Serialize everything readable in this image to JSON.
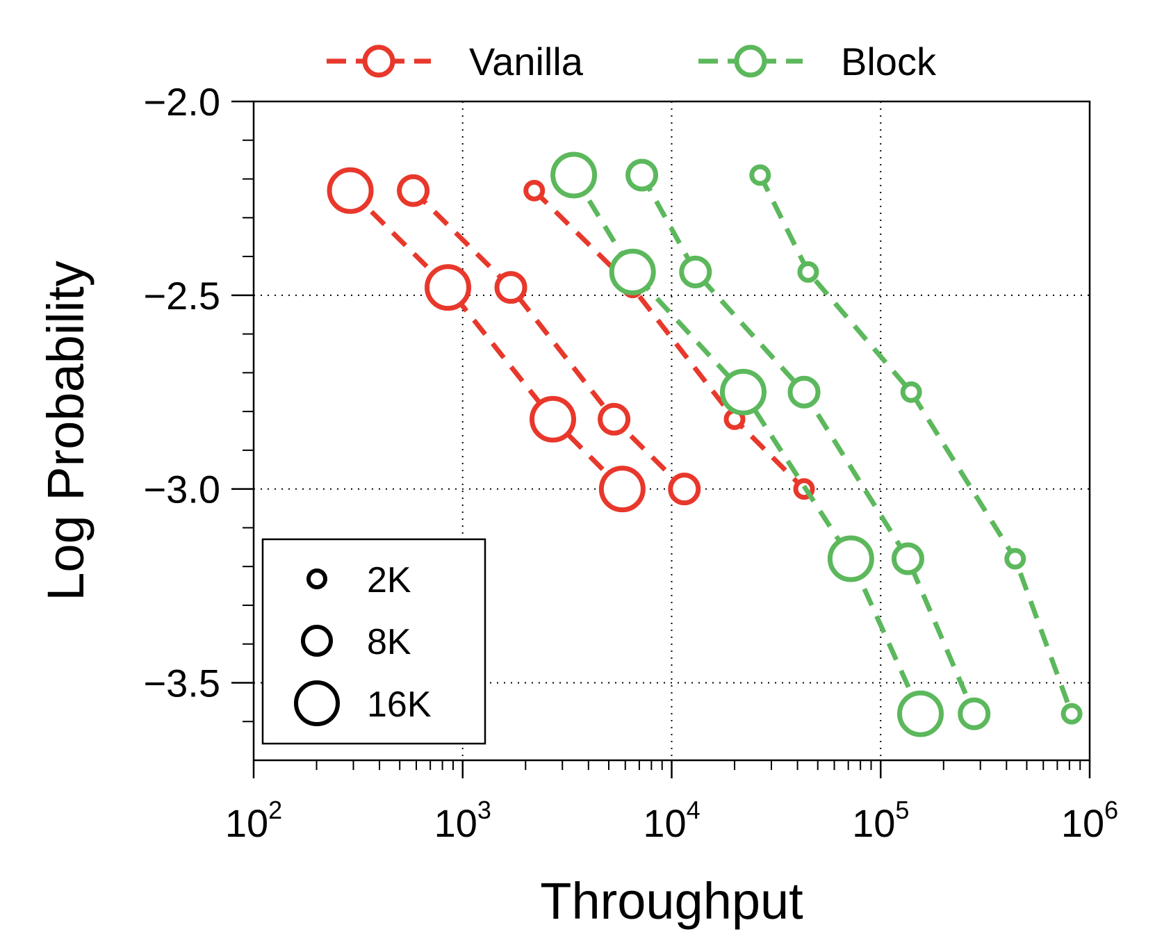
{
  "chart_data": {
    "type": "line",
    "xlabel": "Throughput",
    "ylabel": "Log Probability",
    "xscale": "log",
    "xlim": [
      100,
      1000000
    ],
    "ylim": [
      -3.7,
      -2.0
    ],
    "x_ticks": [
      {
        "base": "10",
        "exp": "2",
        "value": 100
      },
      {
        "base": "10",
        "exp": "3",
        "value": 1000
      },
      {
        "base": "10",
        "exp": "4",
        "value": 10000
      },
      {
        "base": "10",
        "exp": "5",
        "value": 100000
      },
      {
        "base": "10",
        "exp": "6",
        "value": 1000000
      }
    ],
    "y_ticks": [
      {
        "label": "−2.0",
        "value": -2.0
      },
      {
        "label": "−2.5",
        "value": -2.5
      },
      {
        "label": "−3.0",
        "value": -3.0
      },
      {
        "label": "−3.5",
        "value": -3.5
      }
    ],
    "grid": true,
    "legend": {
      "position": "top",
      "entries": [
        {
          "label": "Vanilla",
          "color": "#e8382b"
        },
        {
          "label": "Block",
          "color": "#5cb85c"
        }
      ]
    },
    "size_legend": {
      "position": "bottom-left",
      "entries": [
        {
          "label": "2K",
          "size": "2K"
        },
        {
          "label": "8K",
          "size": "8K"
        },
        {
          "label": "16K",
          "size": "16K"
        }
      ]
    },
    "series": [
      {
        "group": "Vanilla",
        "size": "16K",
        "color": "#e8382b",
        "points": [
          {
            "x": 290,
            "y": -2.23
          },
          {
            "x": 850,
            "y": -2.48
          },
          {
            "x": 2700,
            "y": -2.82
          },
          {
            "x": 5800,
            "y": -3.0
          }
        ]
      },
      {
        "group": "Vanilla",
        "size": "8K",
        "color": "#e8382b",
        "points": [
          {
            "x": 580,
            "y": -2.23
          },
          {
            "x": 1700,
            "y": -2.48
          },
          {
            "x": 5300,
            "y": -2.82
          },
          {
            "x": 11500,
            "y": -3.0
          }
        ]
      },
      {
        "group": "Vanilla",
        "size": "2K",
        "color": "#e8382b",
        "points": [
          {
            "x": 2200,
            "y": -2.23
          },
          {
            "x": 6500,
            "y": -2.48
          },
          {
            "x": 20000,
            "y": -2.82
          },
          {
            "x": 43000,
            "y": -3.0
          }
        ]
      },
      {
        "group": "Block",
        "size": "16K",
        "color": "#5cb85c",
        "points": [
          {
            "x": 3400,
            "y": -2.19
          },
          {
            "x": 6500,
            "y": -2.44
          },
          {
            "x": 22000,
            "y": -2.75
          },
          {
            "x": 72000,
            "y": -3.18
          },
          {
            "x": 155000,
            "y": -3.58
          }
        ]
      },
      {
        "group": "Block",
        "size": "8K",
        "color": "#5cb85c",
        "points": [
          {
            "x": 7200,
            "y": -2.19
          },
          {
            "x": 13000,
            "y": -2.44
          },
          {
            "x": 43000,
            "y": -2.75
          },
          {
            "x": 135000,
            "y": -3.18
          },
          {
            "x": 280000,
            "y": -3.58
          }
        ]
      },
      {
        "group": "Block",
        "size": "2K",
        "color": "#5cb85c",
        "points": [
          {
            "x": 26500,
            "y": -2.19
          },
          {
            "x": 45000,
            "y": -2.44
          },
          {
            "x": 140000,
            "y": -2.75
          },
          {
            "x": 440000,
            "y": -3.18
          },
          {
            "x": 820000,
            "y": -3.58
          }
        ]
      }
    ]
  }
}
